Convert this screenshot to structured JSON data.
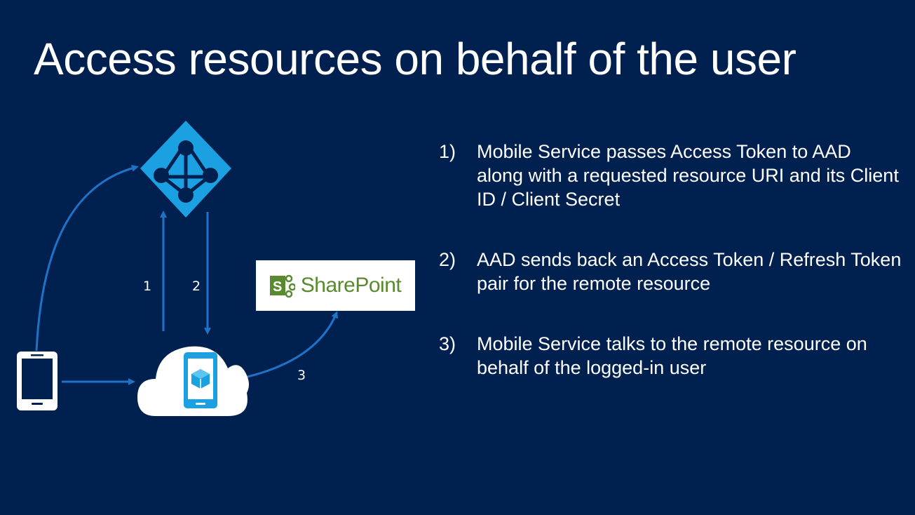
{
  "title": "Access resources on behalf of the user",
  "colors": {
    "background": "#002050",
    "arrow": "#1f73c7",
    "aad_diamond": "#1ba1e2",
    "cloud": "#ffffff",
    "mobile_service_phone": "#1ba1e2",
    "sharepoint_green": "#5a8a2f"
  },
  "diagram": {
    "arrow_labels": [
      "1",
      "2",
      "3"
    ],
    "sharepoint_label": "SharePoint",
    "icons": {
      "aad": "azure-active-directory-icon",
      "client": "mobile-phone-icon",
      "service": "mobile-service-cloud-icon",
      "sharepoint": "sharepoint-logo-icon"
    }
  },
  "steps": [
    {
      "num": "1)",
      "text": "Mobile Service passes Access Token to AAD along with a requested resource URI and its Client ID / Client Secret"
    },
    {
      "num": "2)",
      "text": "AAD sends back an Access Token / Refresh Token pair for the remote resource"
    },
    {
      "num": "3)",
      "text": "Mobile Service talks to the remote resource on behalf of the logged-in user"
    }
  ]
}
